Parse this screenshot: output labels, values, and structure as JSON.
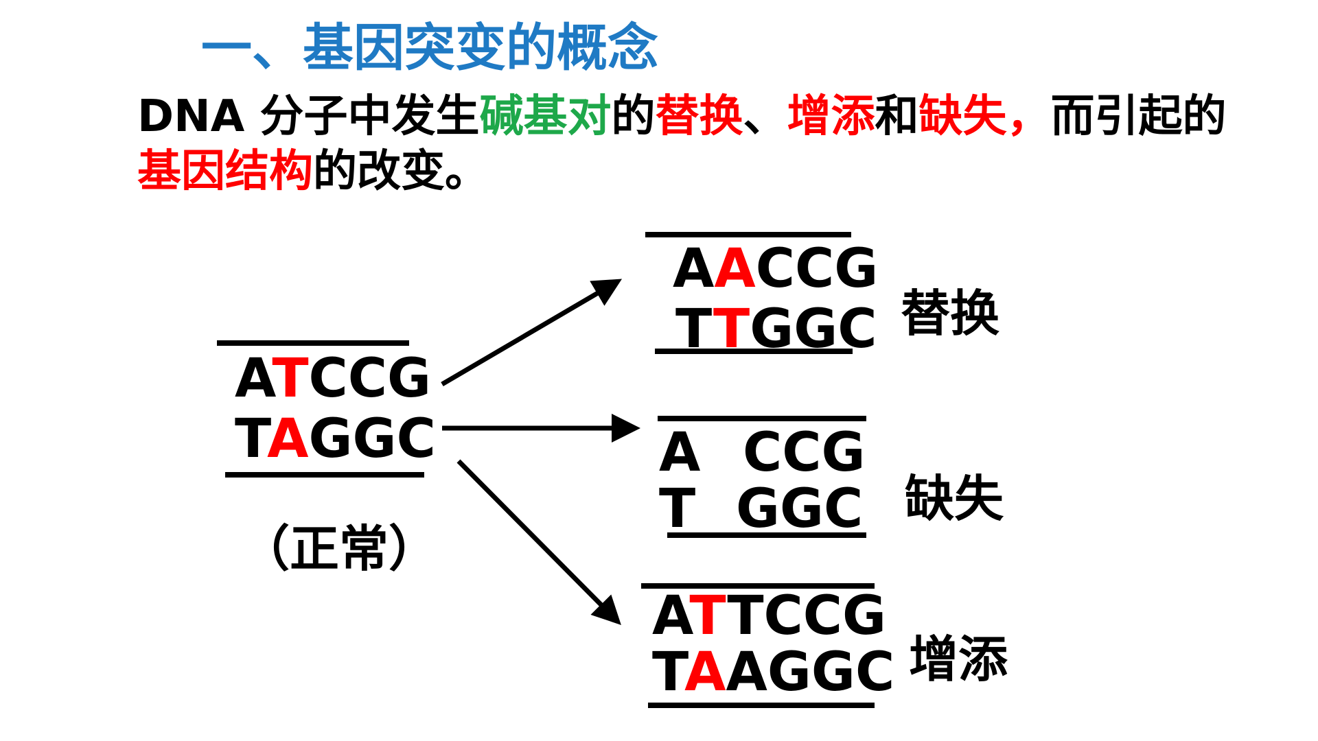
{
  "title": "一、基因突变的概念",
  "definition": {
    "p1": "DNA 分子中发生",
    "p2": "碱基对",
    "p3": "的",
    "p4": "替换",
    "p5": "、",
    "p6": "增添",
    "p7": "和",
    "p8": "缺失，",
    "p9": "而引起的",
    "p10": "基因结构",
    "p11": "的改变。"
  },
  "normal": {
    "top": {
      "a": "A",
      "b": "T",
      "c": "CCG"
    },
    "bottom": {
      "a": "T",
      "b": "A",
      "c": "GGC"
    },
    "label": "（正常）"
  },
  "substitution": {
    "top": {
      "a": "A",
      "b": "A",
      "c": "CCG"
    },
    "bottom": {
      "a": "T",
      "b": "T",
      "c": "GGC"
    },
    "label": "替换"
  },
  "deletion": {
    "top": {
      "a": "A",
      "c": "CCG"
    },
    "bottom": {
      "a": "T",
      "c": "GGC"
    },
    "label": "缺失"
  },
  "insertion": {
    "top": {
      "a": "A",
      "b": "T",
      "c": "TCCG"
    },
    "bottom": {
      "a": "T",
      "b": "A",
      "c": "AGGC"
    },
    "label": "增添"
  },
  "colors": {
    "title": "#1f7ac4",
    "highlight_green": "#1ea84a",
    "highlight_red": "#ff0000",
    "text": "#000000"
  }
}
